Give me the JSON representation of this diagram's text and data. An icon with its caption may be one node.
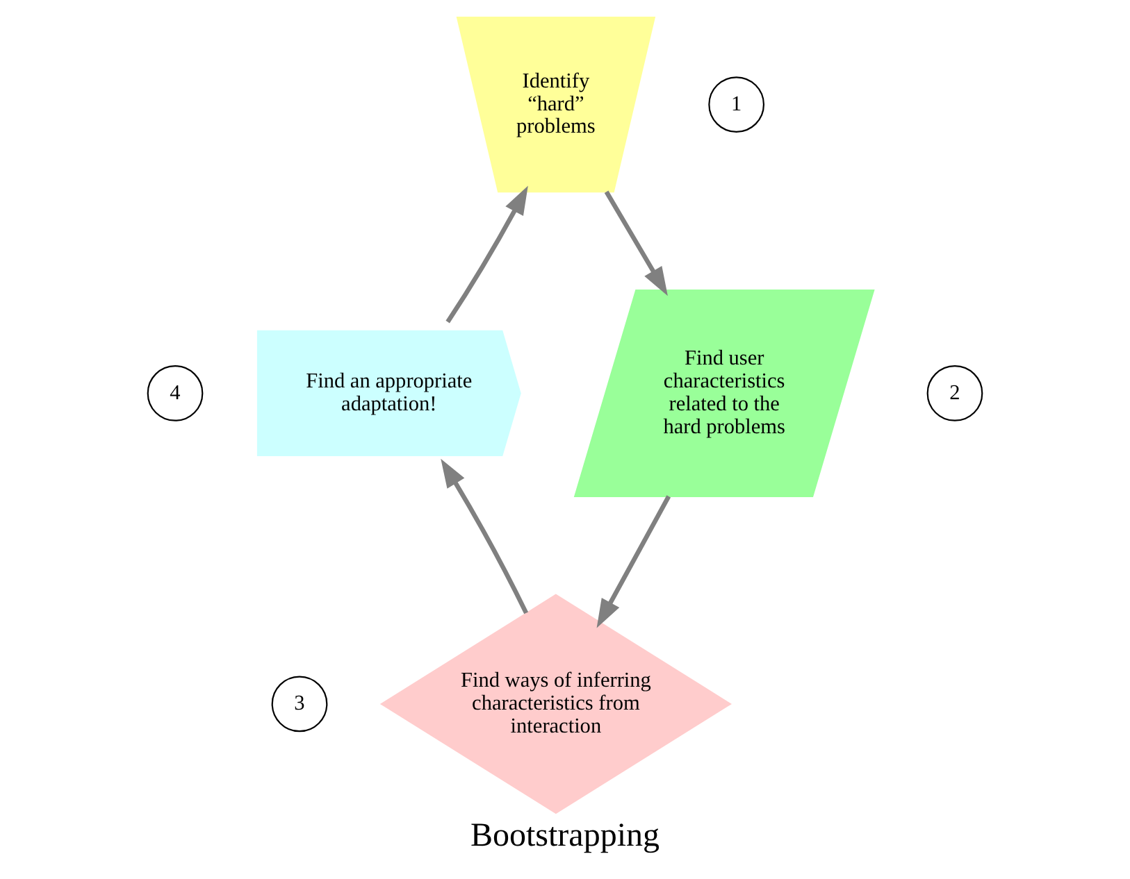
{
  "diagram": {
    "title": "Bootstrapping",
    "nodes": [
      {
        "text": [
          "Identify “hard” problems"
        ]
      },
      {
        "text": [
          "1"
        ]
      },
      {
        "text": [
          "Find an appropriate adaptation!"
        ]
      },
      {
        "text": [
          "4"
        ]
      },
      {
        "text": [
          "Find user characteristics related to the hard problems"
        ]
      },
      {
        "text": [
          "2"
        ]
      },
      {
        "text": [
          "3"
        ]
      },
      {
        "text": [
          "Find ways of inferring characteristics from interaction"
        ]
      }
    ],
    "edges": [
      {
        "from": 0,
        "to": 4,
        "arrow": "to"
      },
      {
        "from": 4,
        "to": 7,
        "arrow": "to"
      },
      {
        "from": 7,
        "to": 2,
        "arrow": "to"
      },
      {
        "from": 2,
        "to": 0,
        "arrow": "to"
      }
    ]
  }
}
